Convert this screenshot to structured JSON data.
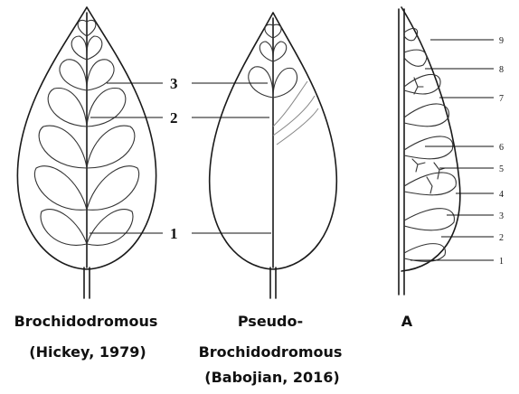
{
  "panels": {
    "brochidodromous": {
      "title": "Brochidodromous",
      "citation": "(Hickey, 1979)",
      "labels": [
        "3",
        "2",
        "1"
      ]
    },
    "pseudo": {
      "title_line1": "Pseudo-",
      "title_line2": "Brochidodromous",
      "citation": "(Babojian, 2016)"
    },
    "a": {
      "title": "A",
      "labels": [
        "9",
        "8",
        "7",
        "6",
        "5",
        "4",
        "3",
        "2",
        "1"
      ]
    }
  }
}
